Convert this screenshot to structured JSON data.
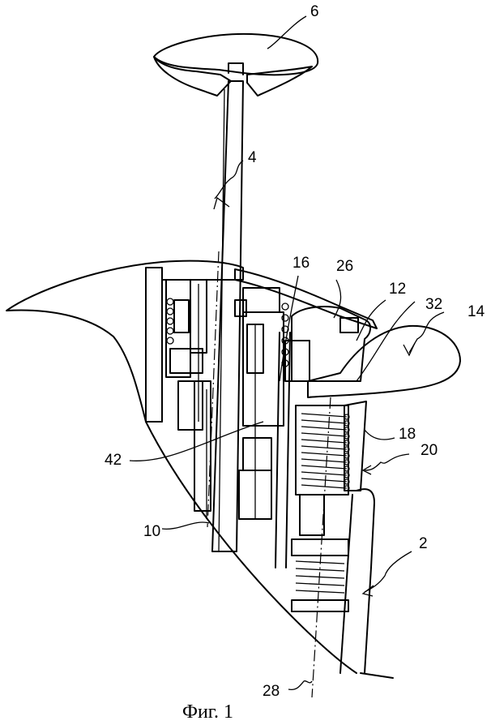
{
  "figure": {
    "caption": "Фиг. 1",
    "type": "patent cross-section drawing"
  },
  "reference_labels": [
    {
      "id": "6",
      "text": "6",
      "target": "push-button cap"
    },
    {
      "id": "4",
      "text": "4",
      "target": "plunger rod"
    },
    {
      "id": "16",
      "text": "16",
      "target": "inner sleeve"
    },
    {
      "id": "26",
      "text": "26",
      "target": "cover shell"
    },
    {
      "id": "12",
      "text": "12",
      "target": "latch head"
    },
    {
      "id": "32",
      "text": "32",
      "target": "lever pivot"
    },
    {
      "id": "14",
      "text": "14",
      "target": "trigger lever"
    },
    {
      "id": "18",
      "text": "18",
      "target": "spring seat"
    },
    {
      "id": "20",
      "text": "20",
      "target": "spring assembly"
    },
    {
      "id": "42",
      "text": "42",
      "target": "internal channel"
    },
    {
      "id": "10",
      "text": "10",
      "target": "main axis"
    },
    {
      "id": "2",
      "text": "2",
      "target": "housing"
    },
    {
      "id": "28",
      "text": "28",
      "target": "secondary axis"
    }
  ]
}
